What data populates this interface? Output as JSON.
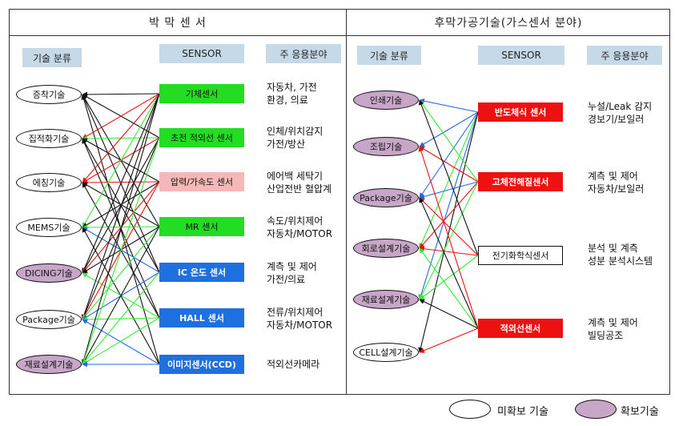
{
  "left_panel": {
    "title": "박 막 센 서",
    "col_tech": "기술 분류",
    "col_sensor": "SENSOR",
    "col_app": "주 응용분야",
    "techs": [
      {
        "label": "증착기술",
        "secured": false
      },
      {
        "label": "집적화기술",
        "secured": false
      },
      {
        "label": "에칭기술",
        "secured": false
      },
      {
        "label": "MEMS기술",
        "secured": false
      },
      {
        "label": "DICING기술",
        "secured": true
      },
      {
        "label": "Package기술",
        "secured": false
      },
      {
        "label": "재료설계기술",
        "secured": true
      }
    ],
    "sensors": [
      {
        "label": "기체센서",
        "bg": "#22dd22",
        "fg": "#111"
      },
      {
        "label": "초전 적외선 센서",
        "bg": "#22dd22",
        "fg": "#111"
      },
      {
        "label": "압력/가속도 센서",
        "bg": "#f4b8b8",
        "fg": "#111"
      },
      {
        "label": "MR 센서",
        "bg": "#22dd22",
        "fg": "#111"
      },
      {
        "label": "IC 온도 센서",
        "bg": "#1e6fe0",
        "fg": "#fff"
      },
      {
        "label": "HALL 센서",
        "bg": "#1e6fe0",
        "fg": "#fff"
      },
      {
        "label": "이미지센서(CCD)",
        "bg": "#1e6fe0",
        "fg": "#fff"
      }
    ],
    "apps": [
      "자동차, 가전\n환경, 의료",
      "인체/위치감지\n가전/방산",
      "에어백  세탁기\n산업전반  혈압계",
      "속도/위치제어\n자동차/MOTOR",
      "계측 및 제어\n가전/의료",
      "전류/위치제어\n자동차/MOTOR",
      "적외선카메라"
    ]
  },
  "right_panel": {
    "title": "후막가공기술(가스센서 분야)",
    "col_tech": "기술 분류",
    "col_sensor": "SENSOR",
    "col_app": "주 응용분야",
    "techs": [
      {
        "label": "인쇄기술",
        "secured": true
      },
      {
        "label": "조립기술",
        "secured": true
      },
      {
        "label": "Package기술",
        "secured": true
      },
      {
        "label": "회로설계기술",
        "secured": true
      },
      {
        "label": "재료설계기술",
        "secured": true
      },
      {
        "label": "CELL설계기술",
        "secured": false
      }
    ],
    "sensors": [
      {
        "label": "반도체식 센서",
        "bg": "#ee1111",
        "fg": "#fff"
      },
      {
        "label": "고체전해질센서",
        "bg": "#ee1111",
        "fg": "#fff"
      },
      {
        "label": "전기화학식센서",
        "bg": "#ffffff",
        "fg": "#111"
      },
      {
        "label": "적외선센서",
        "bg": "#ee1111",
        "fg": "#fff"
      }
    ],
    "apps": [
      "누설/Leak 감지\n경보기/보일러",
      "계측 및 제어\n자동차/보일러",
      "분석 및 계측\n성분 분석시스템",
      "계측 및 제어\n빌딩공조"
    ]
  },
  "legend": {
    "unsecured": "미확보 기술",
    "secured": "확보기술"
  },
  "colors": {
    "header_fill": "#c5d9e8",
    "secured_fill": "#c8a6c8",
    "line_black": "#111111",
    "line_red": "#ee1111",
    "line_green": "#33ee33",
    "line_blue": "#2266ee"
  }
}
